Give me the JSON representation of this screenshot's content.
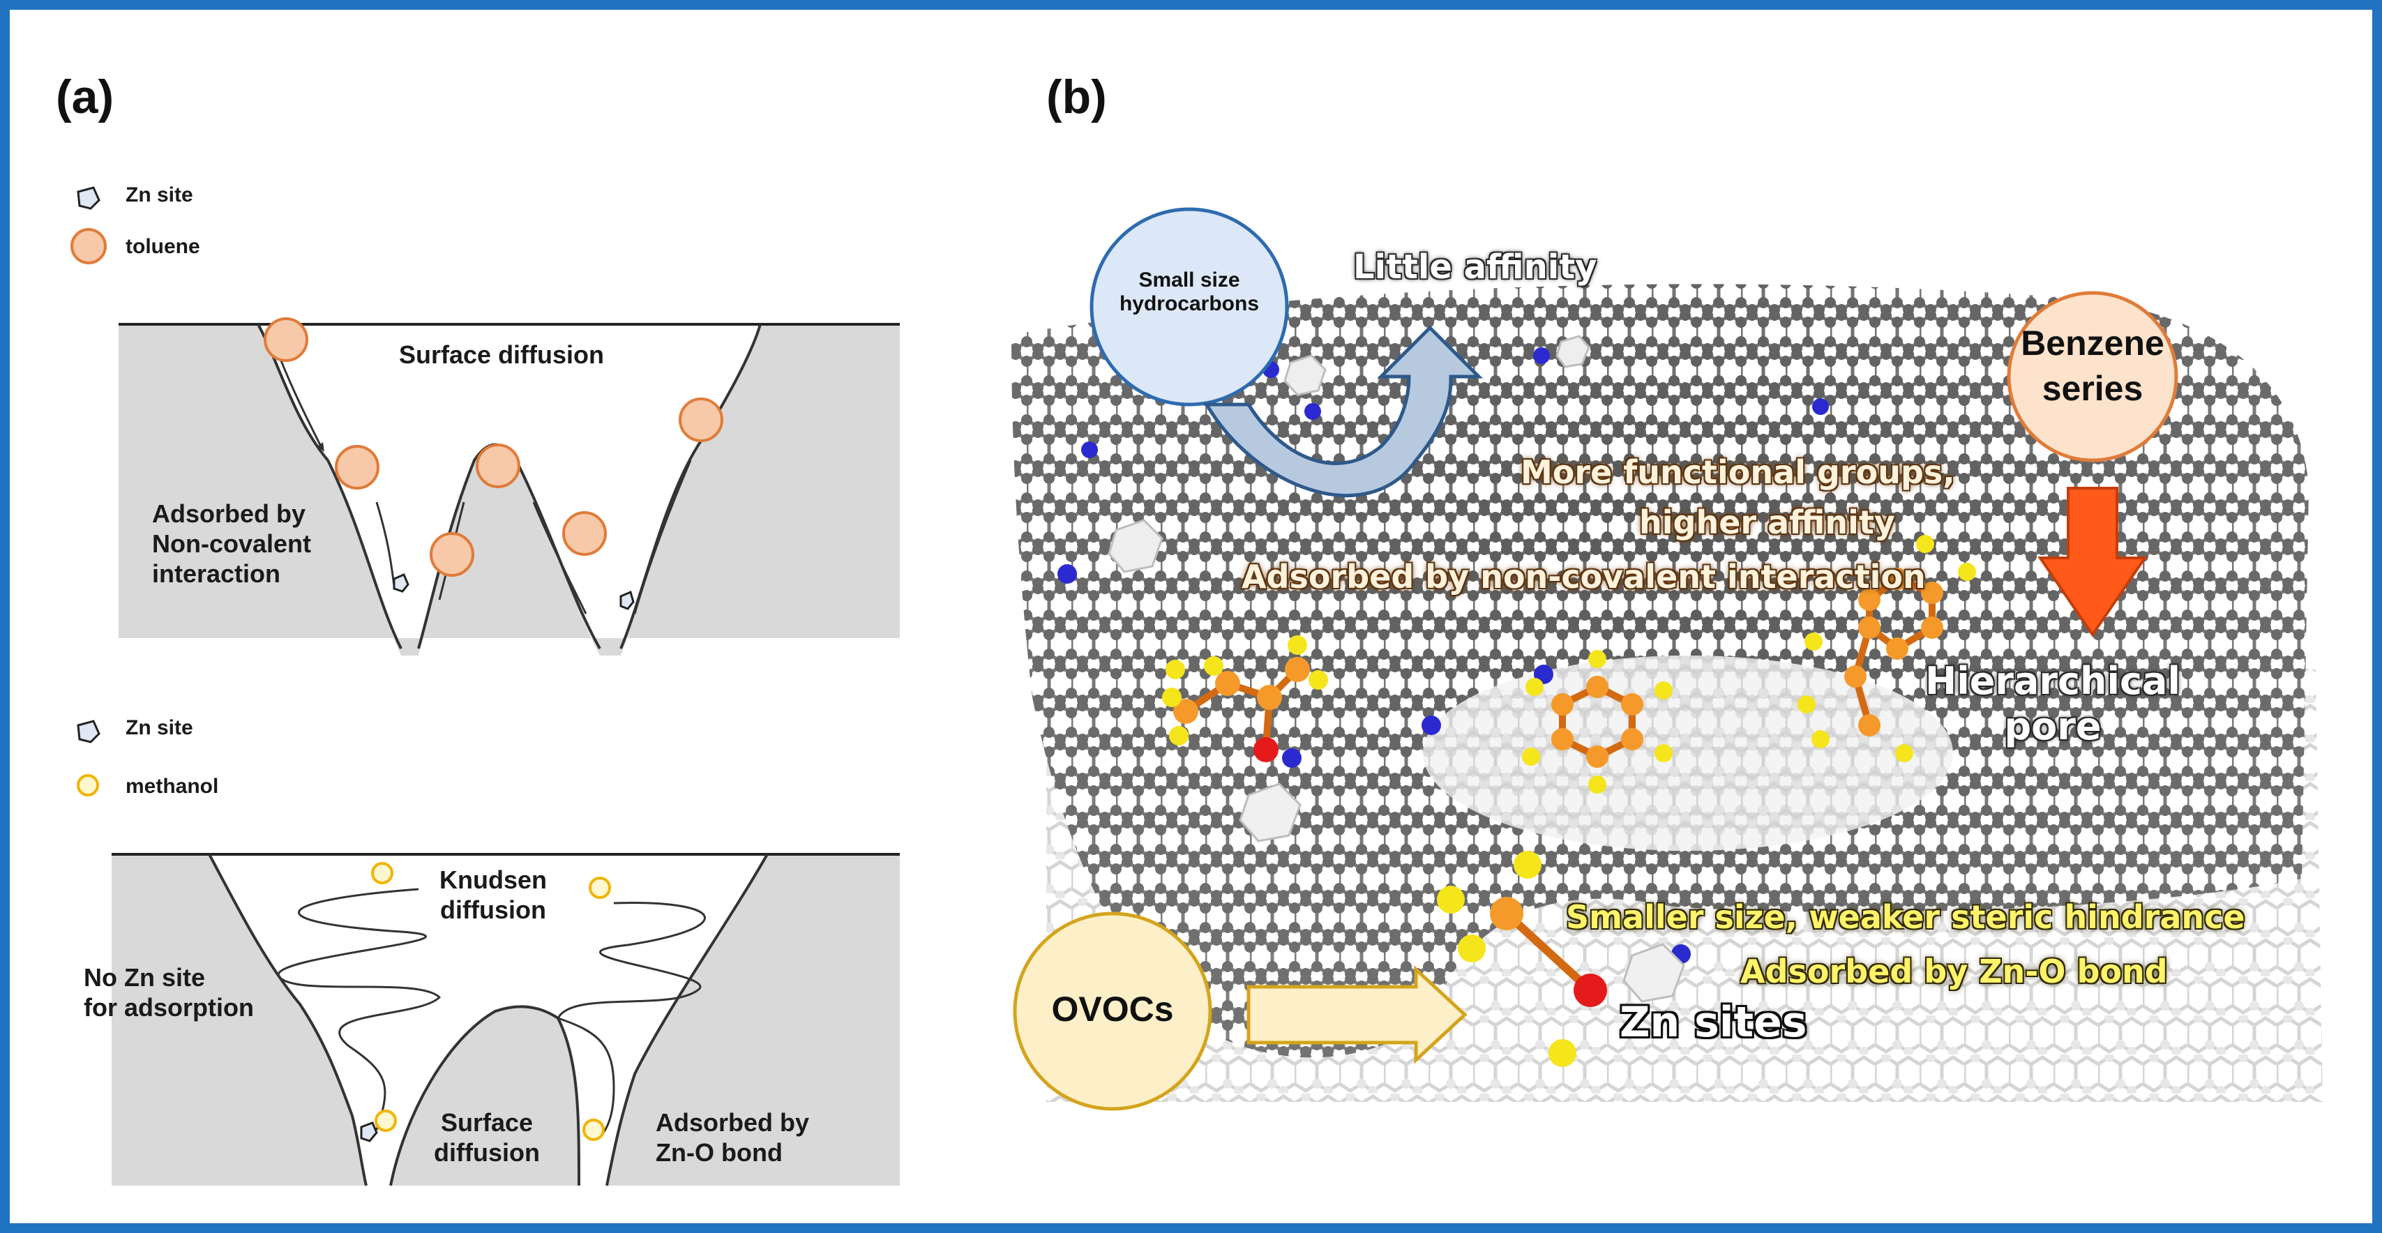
{
  "panel_a": {
    "label": "(a)",
    "top": {
      "legend_zn": "Zn site",
      "legend_mol": "toluene",
      "surface_diffusion": "Surface diffusion",
      "adsorbed_line1": "Adsorbed by",
      "adsorbed_line2": "Non-covalent",
      "adsorbed_line3": "interaction"
    },
    "bottom": {
      "legend_zn": "Zn site",
      "legend_mol": "methanol",
      "knudsen_line1": "Knudsen",
      "knudsen_line2": "diffusion",
      "nozn_line1": "No Zn site",
      "nozn_line2": "for adsorption",
      "surface_line1": "Surface",
      "surface_line2": "diffusion",
      "adsorbed_line1": "Adsorbed by",
      "adsorbed_line2": "Zn-O bond"
    }
  },
  "panel_b": {
    "label": "(b)",
    "small_hc_line1": "Small size",
    "small_hc_line2": "hydrocarbons",
    "little_affinity": "Little affinity",
    "benzene_line1": "Benzene",
    "benzene_line2": "series",
    "more_groups": "More functional groups,",
    "higher_affinity": "higher affinity",
    "adsorbed_noncov": "Adsorbed by non-covalent interaction",
    "hier_line1": "Hierarchical",
    "hier_line2": "pore",
    "smaller_size": "Smaller size, weaker steric hindrance",
    "adsorbed_zno": "Adsorbed by Zn-O bond",
    "zn_sites": "Zn sites",
    "ovocs": "OVOCs"
  },
  "colors": {
    "frame": "#1f73c0",
    "pore_gray": "#d9d9d9",
    "toluene": "#f7c9a8",
    "toluene_stroke": "#e07b39",
    "methanol_stroke": "#f2b400",
    "hc_bubble": "#dce8f7",
    "benzene_bubble": "#fde3cc",
    "ovocs_bubble": "#fdf0c8",
    "arrow_orange": "#ff5a1a",
    "graphene_atom": "#555555"
  }
}
